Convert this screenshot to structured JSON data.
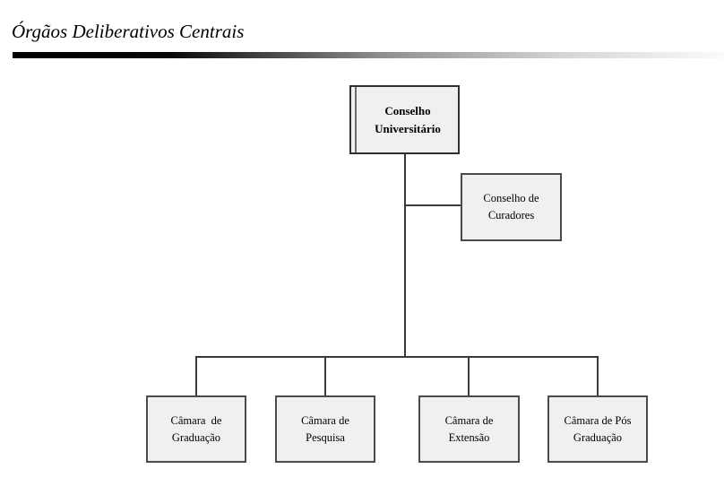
{
  "page": {
    "title": "Órgãos Deliberativos Centrais"
  },
  "org_chart": {
    "root": {
      "label": "Conselho Universitário"
    },
    "side": {
      "label": "Conselho de Curadores"
    },
    "children": [
      {
        "label": "Câmara  de Graduação"
      },
      {
        "label": "Câmara de Pesquisa"
      },
      {
        "label": "Câmara de Extensão"
      },
      {
        "label": "Câmara de Pós Graduação"
      }
    ]
  },
  "colors": {
    "box_fill": "#f0f0f0",
    "box_border": "#4a4a4a",
    "connector": "#3a3a3a",
    "rule_gradient_start": "#000000",
    "rule_gradient_end": "#fbfbfb"
  }
}
